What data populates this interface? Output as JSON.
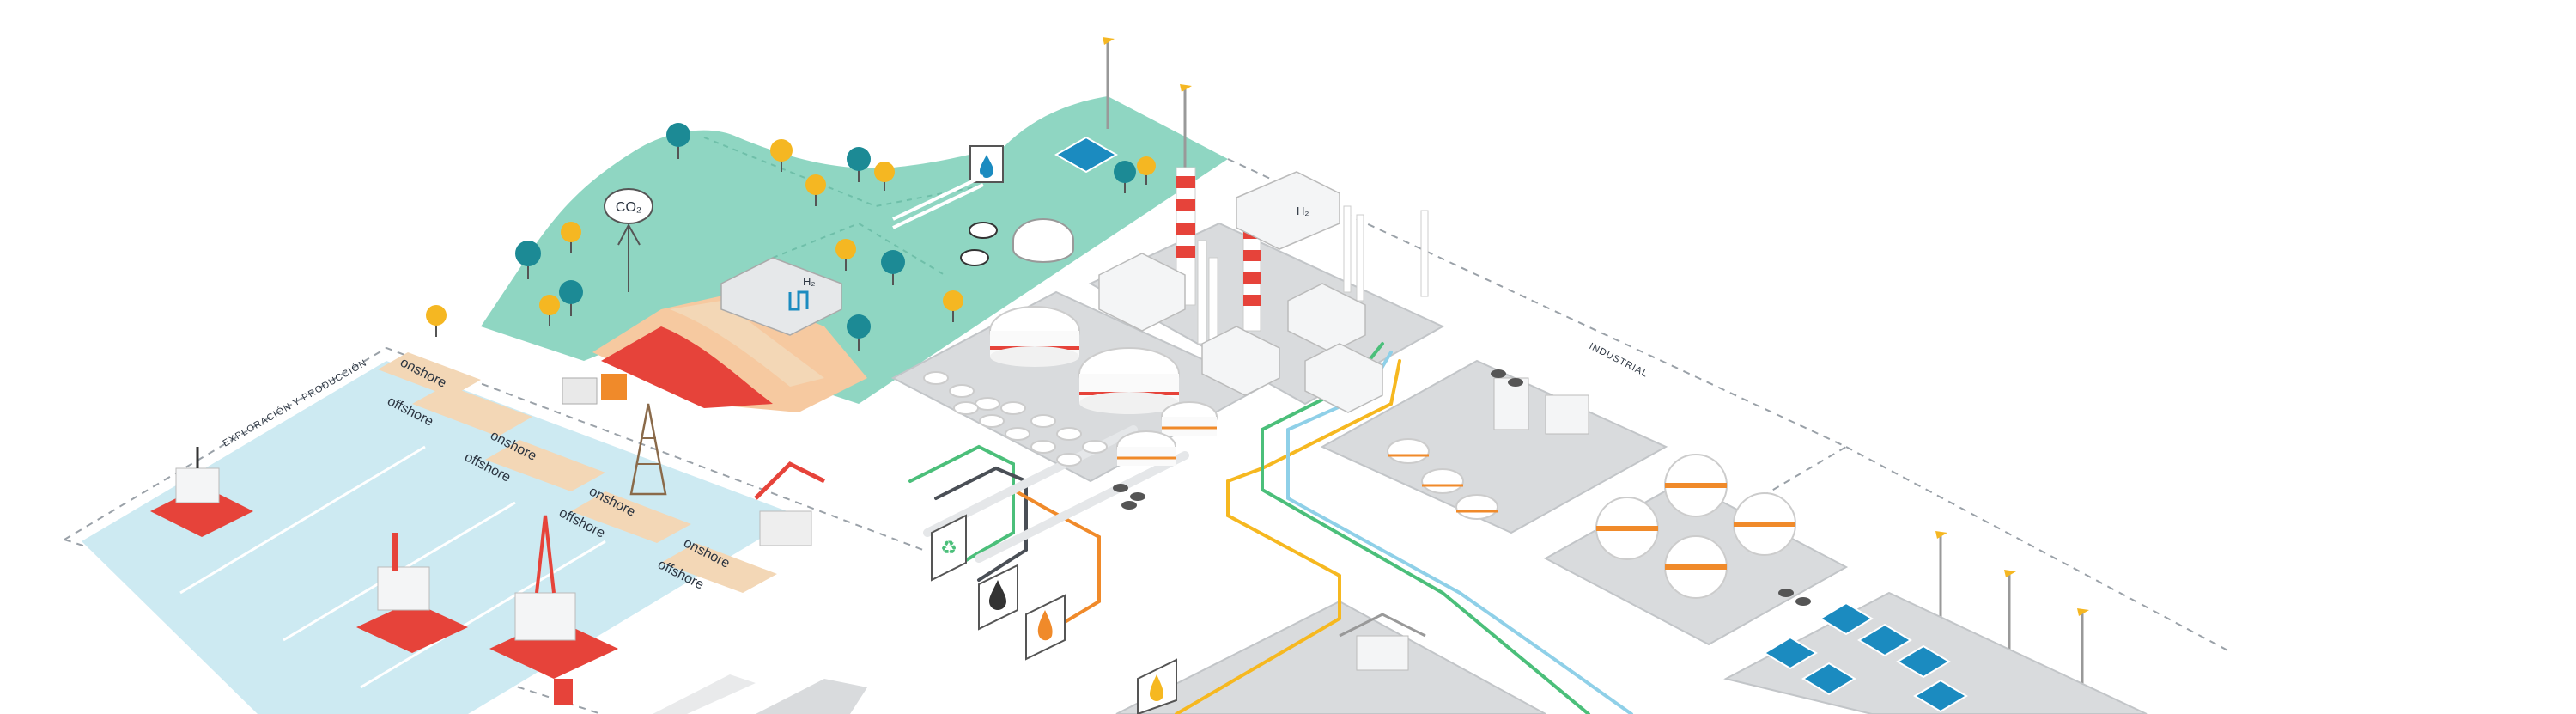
{
  "labels": {
    "exploracion": "EXPLORACIÓN Y PRODUCCIÓN",
    "industrial": "INDUSTRIAL",
    "onshore": "onshore",
    "offshore": "offshore",
    "co2": "CO₂",
    "h2": "H₂"
  },
  "colors": {
    "green": "#8fd6c2",
    "ocean": "#cdeaf2",
    "sand": "#f3d7b6",
    "pipe_green": "#4bbf7a",
    "pipe_orange": "#f08a2a",
    "pipe_yellow": "#f6b820",
    "pipe_blue": "#8fd0e8",
    "pipe_dark": "#4a4f56",
    "tree_teal": "#1c8a95",
    "tree_yellow": "#f5b722",
    "red": "#e6433a",
    "panel_blue": "#1b8bc0"
  },
  "icons": [
    "recycle-icon",
    "oil-drop-icon",
    "flame-icon",
    "water-drop-icon",
    "fuel-icon"
  ]
}
